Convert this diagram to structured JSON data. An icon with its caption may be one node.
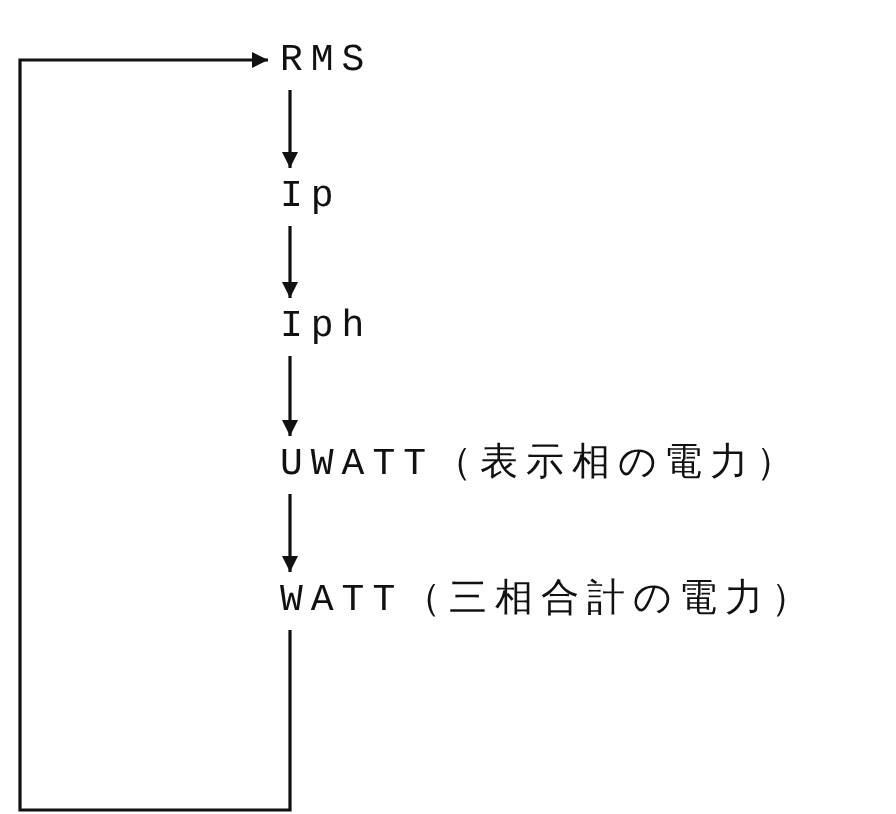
{
  "diagram": {
    "nodes": [
      {
        "text": [
          "RMS"
        ]
      },
      {
        "text": [
          "Ip"
        ]
      },
      {
        "text": [
          "Iph"
        ]
      },
      {
        "text": [
          "UWATT（表示相の電力）"
        ]
      },
      {
        "text": [
          "WATT（三相合計の電力）"
        ]
      }
    ],
    "edges": [
      {
        "from": 0,
        "to": 1,
        "arrow": "to"
      },
      {
        "from": 1,
        "to": 2,
        "arrow": "to"
      },
      {
        "from": 2,
        "to": 3,
        "arrow": "to"
      },
      {
        "from": 3,
        "to": 4,
        "arrow": "to"
      },
      {
        "from": 4,
        "to": 0,
        "arrow": "to"
      }
    ]
  }
}
